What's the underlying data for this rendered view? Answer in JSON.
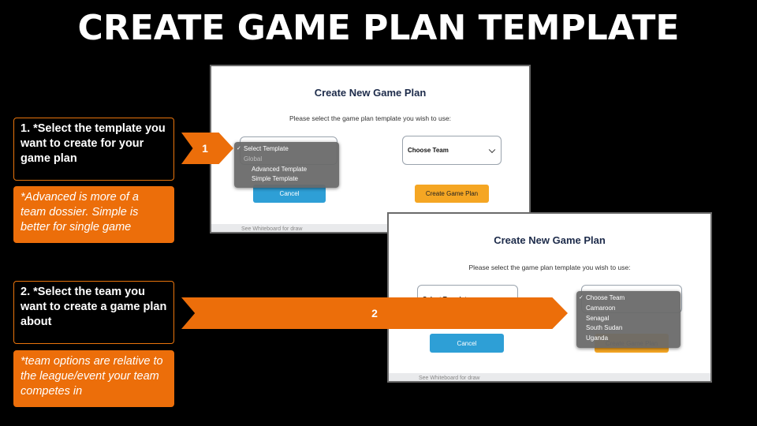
{
  "title": "CREATE GAME PLAN TEMPLATE",
  "callouts": {
    "step1": "1. *Select the template you want to create for your game plan",
    "note1": "*Advanced is more of a team dossier. Simple is better for single game",
    "step2": "2. *Select the team you want to create a game plan about",
    "note2": "*team options are relative to the league/event your team competes in"
  },
  "arrows": {
    "a1": "1",
    "a2": "2"
  },
  "dialog": {
    "title": "Create New Game Plan",
    "subtitle": "Please select the game plan template you wish to use:",
    "template_select": "Select Template",
    "team_select": "Choose Team",
    "cancel": "Cancel",
    "create": "Create Game Plan",
    "background_strip": "See Whiteboard for draw"
  },
  "template_menu": {
    "selected": "Select Template",
    "group": "Global",
    "options": [
      "Advanced Template",
      "Simple Template"
    ]
  },
  "team_menu": {
    "selected": "Choose Team",
    "options": [
      "Camaroon",
      "Senagal",
      "South Sudan",
      "Uganda"
    ]
  },
  "colors": {
    "accent": "#ec6e0a",
    "cancel": "#2e9fd6",
    "create": "#f5a623",
    "title": "#1d2b4a"
  }
}
